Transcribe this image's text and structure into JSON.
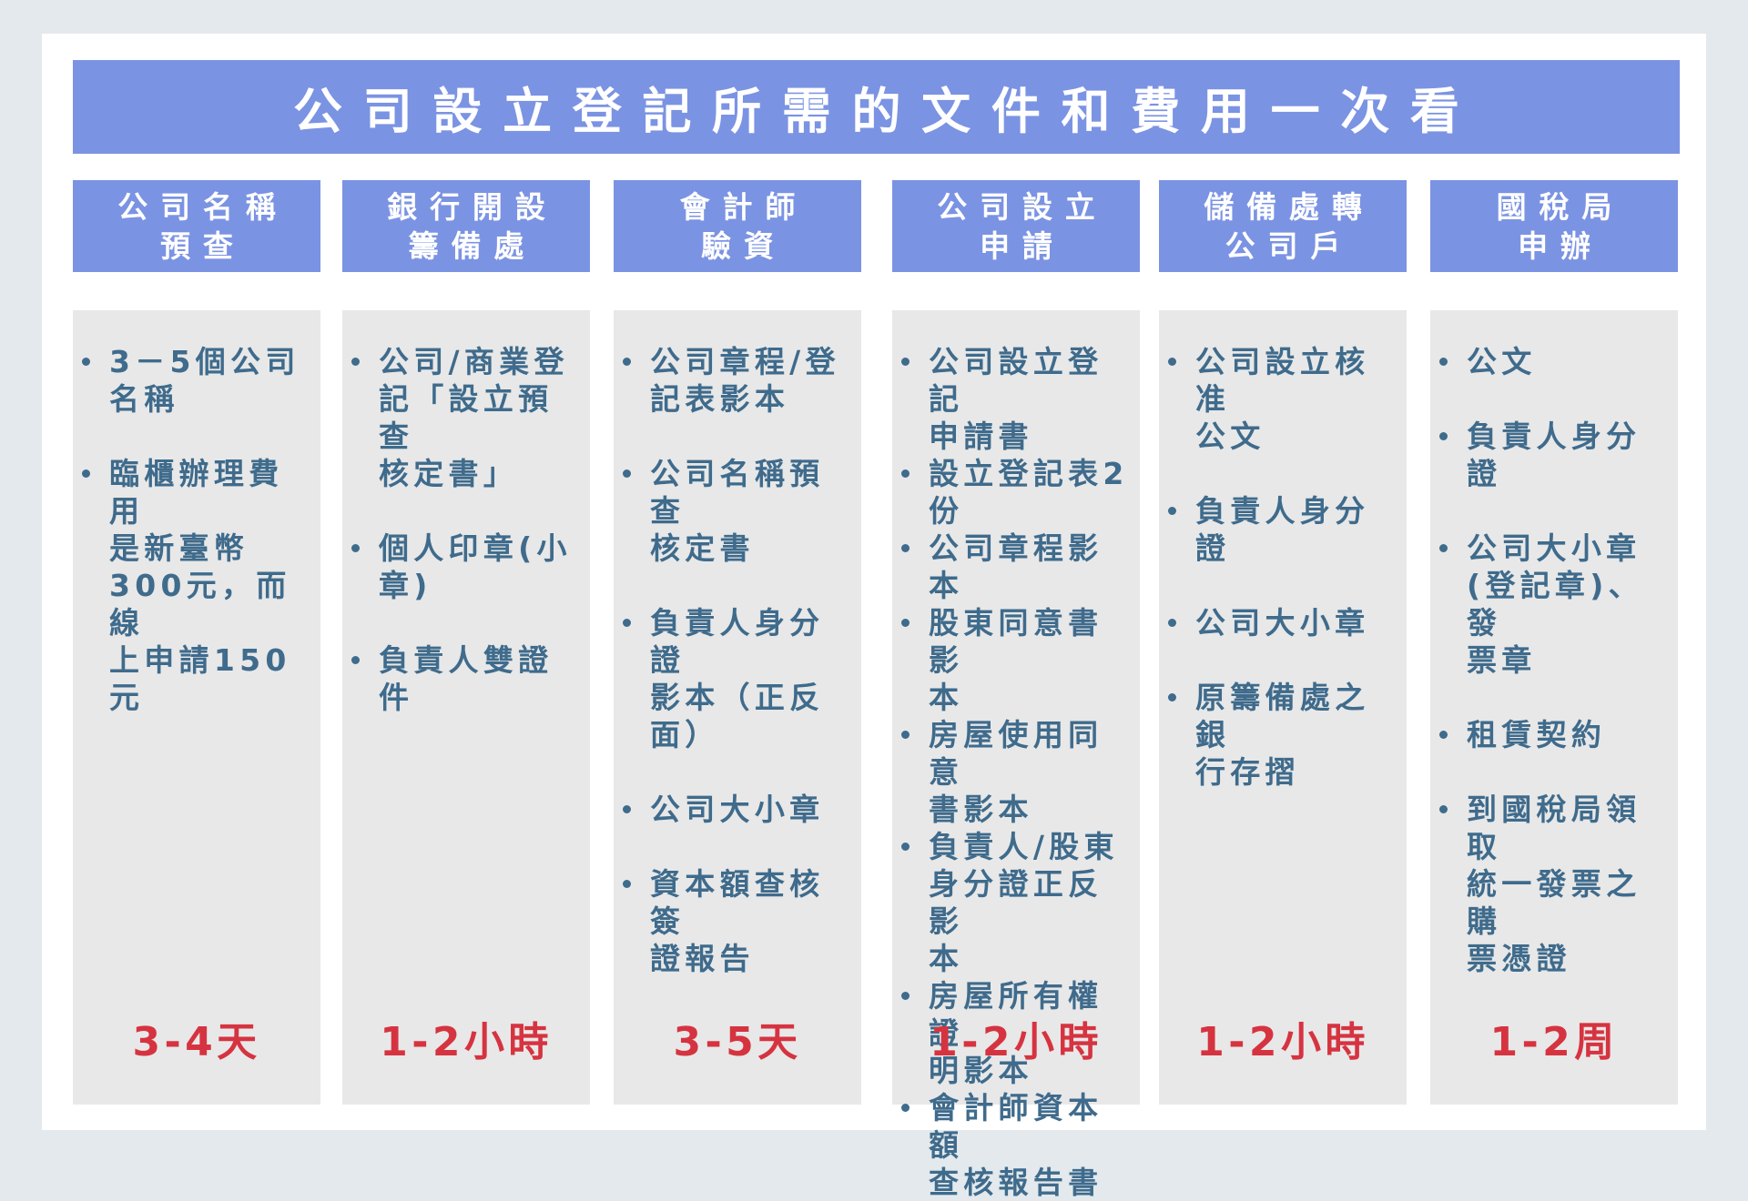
{
  "title": "公司設立登記所需的文件和費用一次看",
  "columns": [
    {
      "header": [
        "公司名稱",
        "預查"
      ],
      "items": [
        "3－5個公司\n名稱",
        "臨櫃辦理費用\n是新臺幣\n300元，而線\n上申請150元"
      ],
      "duration": "3-4天"
    },
    {
      "header": [
        "銀行開設",
        "籌備處"
      ],
      "items": [
        "公司/商業登\n記「設立預查\n核定書」",
        "個人印章(小\n章)",
        "負責人雙證件"
      ],
      "duration": "1-2小時"
    },
    {
      "header": [
        "會計師",
        "驗資"
      ],
      "items": [
        "公司章程/登\n記表影本",
        "公司名稱預查\n核定書",
        "負責人身分證\n影本（正反\n面）",
        "公司大小章",
        "資本額查核簽\n證報告"
      ],
      "duration": "3-5天"
    },
    {
      "header": [
        "公司設立",
        "申請"
      ],
      "items": [
        "公司設立登記\n申請書",
        "設立登記表2\n份",
        "公司章程影本",
        "股東同意書影\n本",
        "房屋使用同意\n書影本",
        "負責人/股東\n身分證正反影\n本",
        "房屋所有權證\n明影本",
        "會計師資本額\n查核報告書"
      ],
      "duration": "1-2小時"
    },
    {
      "header": [
        "儲備處轉",
        "公司戶"
      ],
      "items": [
        "公司設立核准\n公文",
        "負責人身分證",
        "公司大小章",
        "原籌備處之銀\n行存摺"
      ],
      "duration": "1-2小時"
    },
    {
      "header": [
        "國稅局",
        "申辦"
      ],
      "items": [
        "公文",
        "負責人身分證",
        "公司大小章\n(登記章)、發\n票章",
        "租賃契約",
        "到國稅局領取\n統一發票之購\n票憑證"
      ],
      "duration": "1-2周"
    }
  ]
}
